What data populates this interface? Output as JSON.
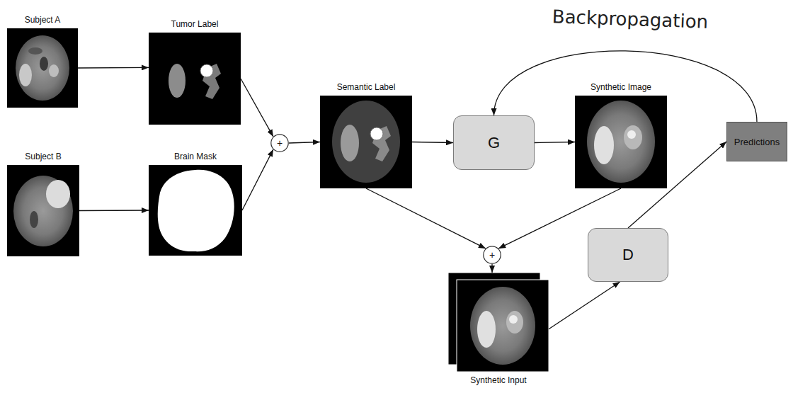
{
  "diagram": {
    "nodes": [
      {
        "text": [
          "Subject A"
        ]
      },
      {
        "text": [
          "Tumor Label"
        ]
      },
      {
        "text": [
          "Subject B"
        ]
      },
      {
        "text": [
          "Brain Mask"
        ]
      },
      {
        "text": [
          "+"
        ]
      },
      {
        "text": [
          "Semantic Label"
        ]
      },
      {
        "text": [
          "G"
        ]
      },
      {
        "text": [
          "Synthetic Image"
        ]
      },
      {
        "text": [
          "Predictions"
        ]
      },
      {
        "text": [
          "+"
        ]
      },
      {
        "text": [
          "D"
        ]
      },
      {
        "text": [
          "Synthetic Input"
        ]
      }
    ],
    "edges": [
      {
        "from": 0,
        "to": 1,
        "arrow": "to"
      },
      {
        "from": 2,
        "to": 3,
        "arrow": "to"
      },
      {
        "from": 1,
        "to": 4,
        "arrow": "to"
      },
      {
        "from": 3,
        "to": 4,
        "arrow": "to"
      },
      {
        "from": 4,
        "to": 5,
        "arrow": "to"
      },
      {
        "from": 5,
        "to": 6,
        "arrow": "to"
      },
      {
        "from": 6,
        "to": 7,
        "arrow": "to"
      },
      {
        "from": 5,
        "to": 9,
        "arrow": "to"
      },
      {
        "from": 7,
        "to": 9,
        "arrow": "to"
      },
      {
        "from": 9,
        "to": 11,
        "arrow": "to"
      },
      {
        "from": 11,
        "to": 10,
        "arrow": "to"
      },
      {
        "from": 10,
        "to": 8,
        "arrow": "to"
      },
      {
        "from": 8,
        "to": 6,
        "label": "Backpropagation",
        "arrow": "to"
      }
    ]
  }
}
